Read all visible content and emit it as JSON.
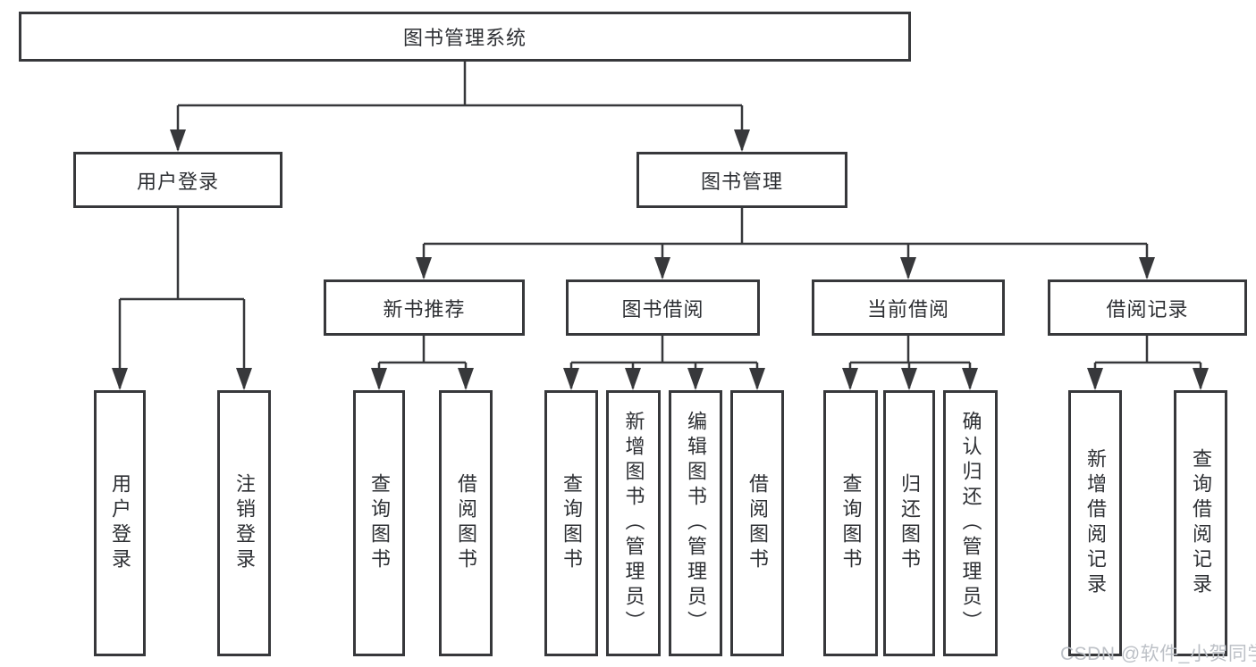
{
  "watermark": "CSDN @软件_小贺同学",
  "colors": {
    "line": "#37383b",
    "box_border": "#37383b",
    "box_background": "#ffffff",
    "text": "#2e3034",
    "watermark_text": "#bdc1c7",
    "page_background": "#ffffff"
  },
  "tree": {
    "root": {
      "label": "图书管理系统"
    },
    "branches": [
      {
        "label": "用户登录",
        "leaves": [
          "用户登录",
          "注销登录"
        ]
      },
      {
        "label": "图书管理",
        "sections": [
          {
            "label": "新书推荐",
            "leaves": [
              "查询图书",
              "借阅图书"
            ]
          },
          {
            "label": "图书借阅",
            "leaves": [
              "查询图书",
              "新增图书（管理员）",
              "编辑图书（管理员）",
              "借阅图书"
            ]
          },
          {
            "label": "当前借阅",
            "leaves": [
              "查询图书",
              "归还图书",
              "确认归还（管理员）"
            ]
          },
          {
            "label": "借阅记录",
            "leaves": [
              "新增借阅记录",
              "查询借阅记录"
            ]
          }
        ]
      }
    ]
  }
}
